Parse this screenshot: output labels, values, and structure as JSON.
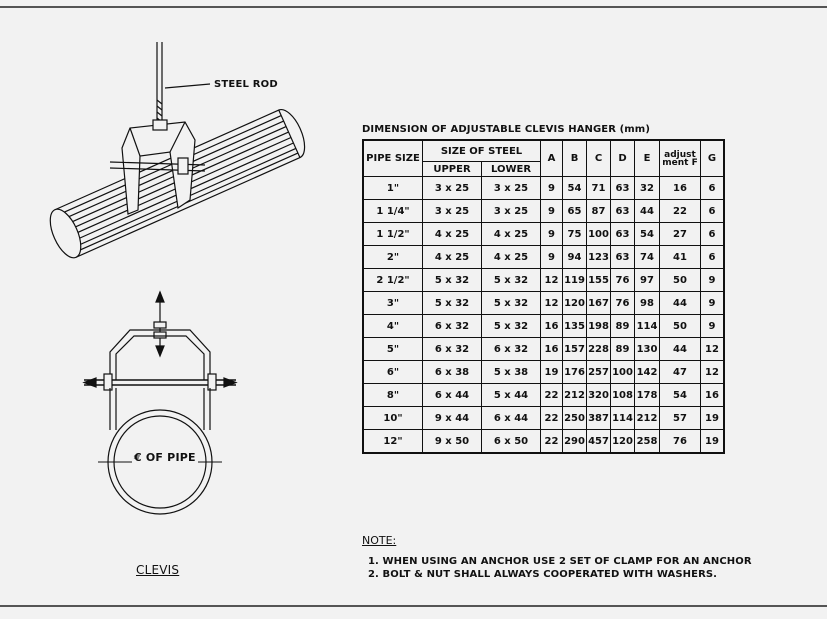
{
  "drawing": {
    "steel_rod_label": "STEEL ROD",
    "pipe_label": "€ OF  PIPE",
    "caption": "CLEVIS"
  },
  "table": {
    "title": "DIMENSION OF ADJUSTABLE CLEVIS HANGER (mm)",
    "headers": {
      "pipe_size": "PIPE SIZE",
      "size_of_steel": "SIZE OF STEEL",
      "upper": "UPPER",
      "lower": "LOWER",
      "a": "A",
      "b": "B",
      "c": "C",
      "d": "D",
      "e": "E",
      "f": "adjust ment F",
      "g": "G"
    },
    "rows": [
      {
        "size": "1\"",
        "upper": "3 x 25",
        "lower": "3 x 25",
        "a": "9",
        "b": "54",
        "c": "71",
        "d": "63",
        "e": "32",
        "f": "16",
        "g": "6"
      },
      {
        "size": "1 1/4\"",
        "upper": "3 x 25",
        "lower": "3 x 25",
        "a": "9",
        "b": "65",
        "c": "87",
        "d": "63",
        "e": "44",
        "f": "22",
        "g": "6"
      },
      {
        "size": "1 1/2\"",
        "upper": "4 x 25",
        "lower": "4 x 25",
        "a": "9",
        "b": "75",
        "c": "100",
        "d": "63",
        "e": "54",
        "f": "27",
        "g": "6"
      },
      {
        "size": "2\"",
        "upper": "4 x 25",
        "lower": "4 x 25",
        "a": "9",
        "b": "94",
        "c": "123",
        "d": "63",
        "e": "74",
        "f": "41",
        "g": "6"
      },
      {
        "size": "2 1/2\"",
        "upper": "5 x 32",
        "lower": "5 x 32",
        "a": "12",
        "b": "119",
        "c": "155",
        "d": "76",
        "e": "97",
        "f": "50",
        "g": "9"
      },
      {
        "size": "3\"",
        "upper": "5 x 32",
        "lower": "5 x 32",
        "a": "12",
        "b": "120",
        "c": "167",
        "d": "76",
        "e": "98",
        "f": "44",
        "g": "9"
      },
      {
        "size": "4\"",
        "upper": "6 x 32",
        "lower": "5 x 32",
        "a": "16",
        "b": "135",
        "c": "198",
        "d": "89",
        "e": "114",
        "f": "50",
        "g": "9"
      },
      {
        "size": "5\"",
        "upper": "6 x 32",
        "lower": "6 x 32",
        "a": "16",
        "b": "157",
        "c": "228",
        "d": "89",
        "e": "130",
        "f": "44",
        "g": "12"
      },
      {
        "size": "6\"",
        "upper": "6 x 38",
        "lower": "5 x 38",
        "a": "19",
        "b": "176",
        "c": "257",
        "d": "100",
        "e": "142",
        "f": "47",
        "g": "12"
      },
      {
        "size": "8\"",
        "upper": "6 x 44",
        "lower": "5 x 44",
        "a": "22",
        "b": "212",
        "c": "320",
        "d": "108",
        "e": "178",
        "f": "54",
        "g": "16"
      },
      {
        "size": "10\"",
        "upper": "9 x 44",
        "lower": "6 x 44",
        "a": "22",
        "b": "250",
        "c": "387",
        "d": "114",
        "e": "212",
        "f": "57",
        "g": "19"
      },
      {
        "size": "12\"",
        "upper": "9 x 50",
        "lower": "6 x 50",
        "a": "22",
        "b": "290",
        "c": "457",
        "d": "120",
        "e": "258",
        "f": "76",
        "g": "19"
      }
    ]
  },
  "notes": {
    "title": "NOTE:",
    "lines": [
      "1. WHEN USING AN ANCHOR USE 2 SET OF CLAMP FOR AN ANCHOR",
      "2. BOLT & NUT SHALL ALWAYS COOPERATED WITH WASHERS."
    ]
  }
}
